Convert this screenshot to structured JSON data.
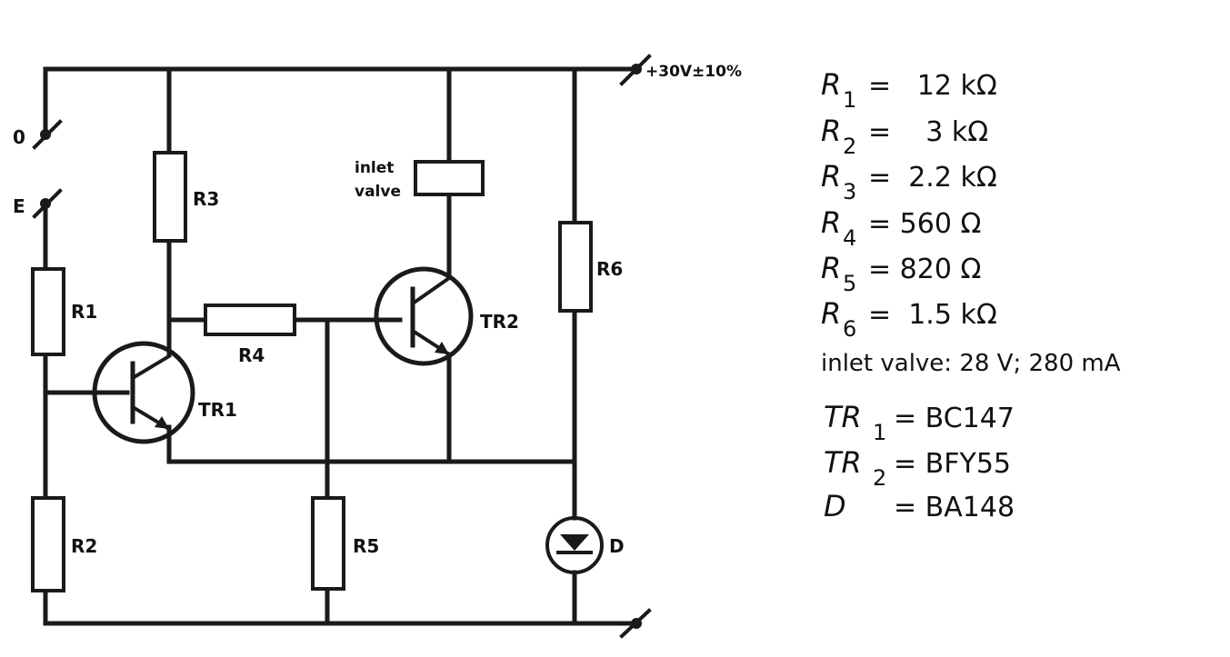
{
  "terminals": {
    "supply": "+30V±10%",
    "zero": "0",
    "input": "E"
  },
  "components": {
    "r1": "R1",
    "r2": "R2",
    "r3": "R3",
    "r4": "R4",
    "r5": "R5",
    "r6": "R6",
    "tr1": "TR1",
    "tr2": "TR2",
    "diode": "D",
    "valve_line1": "inlet",
    "valve_line2": "valve"
  },
  "specs": {
    "r1": {
      "sym": "R",
      "sub": "1",
      "val": "=   12 kΩ"
    },
    "r2": {
      "sym": "R",
      "sub": "2",
      "val": "=    3 kΩ"
    },
    "r3": {
      "sym": "R",
      "sub": "3",
      "val": "=  2.2 kΩ"
    },
    "r4": {
      "sym": "R",
      "sub": "4",
      "val": "= 560 Ω"
    },
    "r5": {
      "sym": "R",
      "sub": "5",
      "val": "= 820 Ω"
    },
    "r6": {
      "sym": "R",
      "sub": "6",
      "val": "=  1.5 kΩ"
    },
    "valve": "inlet valve: 28 V; 280 mA",
    "tr1": {
      "sym": "TR",
      "sub": "1",
      "val": "= BC147"
    },
    "tr2": {
      "sym": "TR",
      "sub": "2",
      "val": "= BFY55"
    },
    "d": {
      "sym": "D",
      "sub": "",
      "val": "= BA148"
    }
  }
}
